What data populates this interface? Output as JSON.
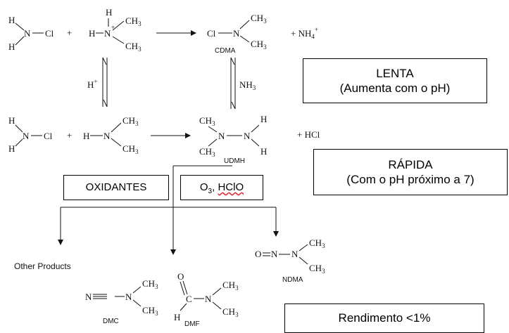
{
  "molecules": {
    "nh2cl_a": {
      "h1": "H",
      "h2": "H",
      "n": "N",
      "cl": "Cl"
    },
    "plus": "+",
    "dma_h": {
      "h_top": "H",
      "h_left": "H",
      "n": "N",
      "charge": "+",
      "ch3": "CH",
      "sub3": "3"
    },
    "cdma": {
      "cl": "Cl",
      "n": "N",
      "ch3": "CH",
      "sub3": "3",
      "name": "CDMA"
    },
    "nh4": {
      "text": "+ NH",
      "sub": "4",
      "sup": "+"
    },
    "hplus": {
      "h": "H",
      "sup": "+"
    },
    "nh3": {
      "nh": "NH",
      "sub": "3"
    },
    "nh2cl_b": {
      "h1": "H",
      "h2": "H",
      "n": "N",
      "cl": "Cl"
    },
    "dma": {
      "h": "H",
      "n": "N",
      "ch3": "CH",
      "sub3": "3"
    },
    "udmh": {
      "ch3": "CH",
      "sub3": "3",
      "n": "N",
      "h": "H",
      "name": "UDMH"
    },
    "hcl": "+ HCl",
    "ndma": {
      "o": "O",
      "n": "N",
      "ch3": "CH",
      "sub3": "3",
      "name": "NDMA"
    },
    "dmc": {
      "n": "N",
      "ch3": "CH",
      "sub3": "3",
      "name": "DMC"
    },
    "dmf": {
      "o": "O",
      "c": "C",
      "h": "H",
      "n": "N",
      "ch3": "CH",
      "sub3": "3",
      "name": "DMF"
    },
    "other": "Other Products"
  },
  "boxes": {
    "lenta": {
      "line1": "LENTA",
      "line2": "(Aumenta com o pH)"
    },
    "rapida": {
      "line1": "RÁPIDA",
      "line2": "(Com o pH próximo a 7)"
    },
    "oxidantes": "OXIDANTES",
    "o3": {
      "o": "O",
      "sub": "3",
      "rest": ", ",
      "hclo": "HClO"
    },
    "rendimento": "Rendimento <1%"
  }
}
